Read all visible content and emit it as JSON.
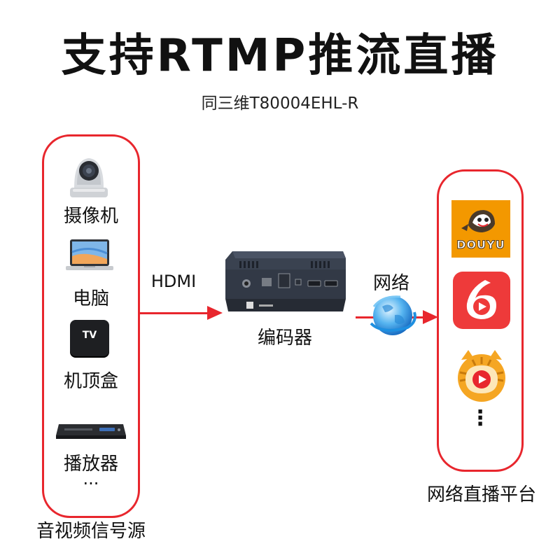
{
  "header": {
    "title": "支持RTMP推流直播",
    "subtitle": "同三维T80004EHL-R"
  },
  "sources": {
    "items": [
      {
        "label": "摄像机",
        "icon": "ptz-camera-icon"
      },
      {
        "label": "电脑",
        "icon": "laptop-icon"
      },
      {
        "label": "机顶盒",
        "icon": "tv-box-icon"
      },
      {
        "label": "播放器",
        "icon": "dvd-player-icon"
      }
    ],
    "more": "...",
    "caption": "音视频信号源",
    "tv_box_text": "TV"
  },
  "flow": {
    "hdmi_label": "HDMI",
    "encoder_label": "编码器",
    "network_label": "网络"
  },
  "platforms": {
    "items": [
      {
        "logo_text": "DOUYU",
        "icon": "douyu-logo-icon",
        "color": "#f39800"
      },
      {
        "icon": "six-rooms-logo-icon",
        "color": "#ee3a3a"
      },
      {
        "icon": "huya-logo-icon",
        "color": "#f5a623"
      }
    ],
    "more": "⋮",
    "caption": "网络直播平台"
  },
  "colors": {
    "accent": "#e8262d",
    "encoder_body": "#343c4a"
  }
}
